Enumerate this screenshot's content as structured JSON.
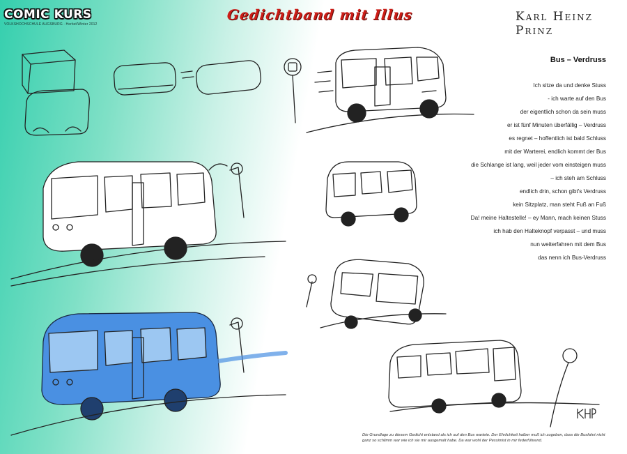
{
  "brand": {
    "title": "COMIC KURS",
    "subtitle": "VOLKSHOCHSCHULE AUGSBURG · Herbst/Winter 2012"
  },
  "title": "Gedichtband mit Illus",
  "author": "Karl Heinz Prinz",
  "poem": {
    "title": "Bus – Verdruss",
    "lines": [
      "Ich sitze da und denke Stuss",
      "- ich warte auf den Bus",
      "der eigentlich schon da sein muss",
      "er ist fünf Minuten überfällig – Verdruss",
      "es regnet – hoffentlich ist bald Schluss",
      "mit der Warterei, endlich kommt der Bus",
      "die Schlange ist lang, weil jeder vom einsteigen muss",
      "– ich steh am Schluss",
      "endlich drin, schon gibt's Verdruss",
      "kein Sitzplatz, man steht Fuß an Fuß",
      "Da! meine Haltestelle! – ey Mann, mach keinen Stuss",
      "ich hab den Halteknopf verpasst – und muss",
      "nun weiterfahren mit dem Bus",
      "das nenn ich Bus-Verdruss"
    ]
  },
  "caption": "Die Grundlage zu diesem Gedicht entstand als ich auf den Bus wartete. Der Ehrlichkeit halber muß ich zugeben, dass die Busfahrt nicht ganz so schlimm war wie ich sie mir ausgemalt habe. Da war wohl der Pessimist in mir federführend.",
  "signature": "KHP",
  "colors": {
    "title_red": "#cc1d17",
    "bus_blue": "#4a90e2",
    "gradient_teal": "#35cfae"
  }
}
